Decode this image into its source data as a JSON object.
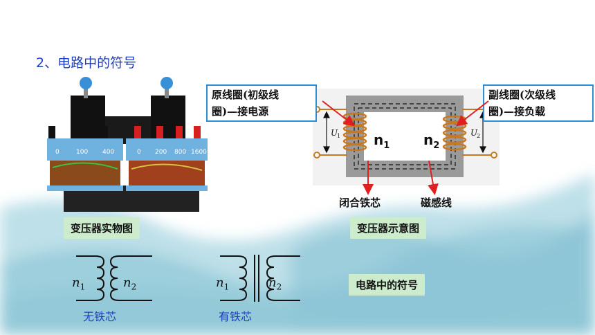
{
  "slide": {
    "heading": "2、电路中的符号",
    "photo_caption": "变压器实物图",
    "photo_scale_labels": [
      "0",
      "100",
      "400",
      "0",
      "200",
      "800",
      "1600"
    ],
    "diagram_caption": "变压器示意图",
    "primary_callout": [
      "原线圈(初级线",
      "圈)—接电源"
    ],
    "secondary_callout": [
      "副线圈(次级线",
      "圈)—接负载"
    ],
    "core_label": "闭合铁芯",
    "flux_label": "磁感线",
    "n1": {
      "base": "n",
      "sub": "1"
    },
    "n2": {
      "base": "n",
      "sub": "2"
    },
    "u1": {
      "base": "U",
      "sub": "1"
    },
    "u2": {
      "base": "U",
      "sub": "2"
    },
    "symbol_no_core": "无铁芯",
    "symbol_with_core": "有铁芯",
    "symbol_caption": "电路中的符号"
  },
  "colors": {
    "heading_blue": "#1f3fbf",
    "label_green": "#cdeccd",
    "callout_border": "#2a8fd6",
    "arrow_red": "#e02020",
    "coil_orange": "#c8781e",
    "core_gray": "#9a9a9a",
    "watercolor": "#8fc9d8"
  }
}
